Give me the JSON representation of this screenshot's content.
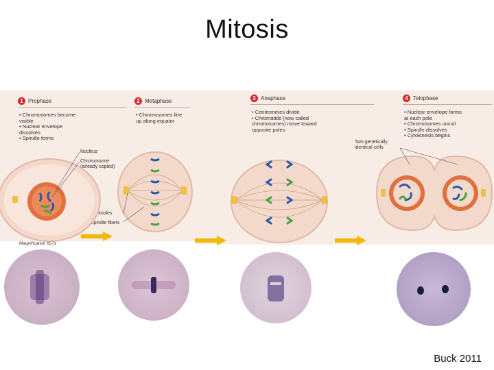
{
  "slide": {
    "title": "Mitosis",
    "credit": "Buck 2011"
  },
  "phases": [
    {
      "number": "1",
      "name": "Prophase",
      "bullets": [
        "Chromosomes become visible",
        "Nuclear envelope dissolves",
        "Spindle forms"
      ]
    },
    {
      "number": "2",
      "name": "Metaphase",
      "bullets": [
        "Chromosomes line up along equator"
      ]
    },
    {
      "number": "3",
      "name": "Anaphase",
      "bullets": [
        "Centromeres divide",
        "Chromatids (now called chromosomes) move toward opposite poles"
      ]
    },
    {
      "number": "4",
      "name": "Telophase",
      "bullets": [
        "Nuclear envelope forms at each pole",
        "Chromosomes uncoil",
        "Spindle dissolves",
        "Cytokinesis begins"
      ]
    }
  ],
  "labels": {
    "nucleus": "Nucleus",
    "chromosome": "Chromosome (already copied)",
    "centrioles": "Centrioles",
    "spindle_fibers": "Spindle fibers",
    "two_cells": "Two genetically identical cells",
    "magnification": "Magnification 657x"
  },
  "colors": {
    "cell_fill": "#f3d9cc",
    "nucleus_fill": "#e0703e",
    "chromosome_blue": "#2a5aa8",
    "chromosome_green": "#4aa040",
    "arrow": "#f0b800",
    "step_badge": "#d9262a",
    "micro_bg": "#c9b6c6",
    "stain": "#5a3a78"
  }
}
